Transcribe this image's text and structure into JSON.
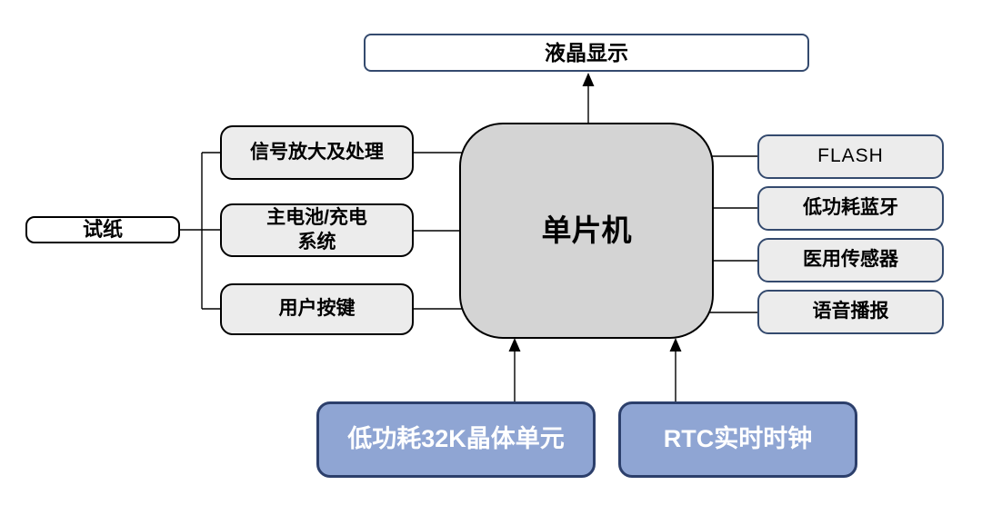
{
  "diagram": {
    "type": "block-diagram",
    "nodes": {
      "lcd": {
        "label": "液晶显示"
      },
      "signal": {
        "label": "信号放大及处理"
      },
      "battery": {
        "label": "主电池/充电\n系统"
      },
      "buttons": {
        "label": "用户按键"
      },
      "strip": {
        "label": "试纸"
      },
      "mcu": {
        "label": "单片机"
      },
      "flash": {
        "label": "FLASH"
      },
      "ble": {
        "label": "低功耗蓝牙"
      },
      "sensor": {
        "label": "医用传感器"
      },
      "voice": {
        "label": "语音播报"
      },
      "crystal": {
        "label": "低功耗32K晶体单元"
      },
      "rtc": {
        "label": "RTC实时时钟"
      }
    },
    "edges": [
      {
        "from": "mcu",
        "to": "lcd",
        "style": "arrow"
      },
      {
        "from": "strip",
        "to": "signal",
        "style": "line"
      },
      {
        "from": "strip",
        "to": "battery",
        "style": "line"
      },
      {
        "from": "strip",
        "to": "buttons",
        "style": "line"
      },
      {
        "from": "signal",
        "to": "mcu",
        "style": "line"
      },
      {
        "from": "battery",
        "to": "mcu",
        "style": "line"
      },
      {
        "from": "buttons",
        "to": "mcu",
        "style": "line"
      },
      {
        "from": "mcu",
        "to": "flash",
        "style": "line"
      },
      {
        "from": "mcu",
        "to": "ble",
        "style": "line"
      },
      {
        "from": "mcu",
        "to": "sensor",
        "style": "line"
      },
      {
        "from": "mcu",
        "to": "voice",
        "style": "line"
      },
      {
        "from": "crystal",
        "to": "mcu",
        "style": "arrow"
      },
      {
        "from": "rtc",
        "to": "mcu",
        "style": "arrow"
      }
    ],
    "colors": {
      "background": "#ffffff",
      "gray_fill": "#ececec",
      "mcu_fill": "#d4d4d4",
      "blue_fill": "#8fa5d3",
      "navy_border": "#344a6e",
      "blue_border": "#2c3f6b",
      "black_border": "#000000",
      "white_fill": "#ffffff",
      "connector": "#000000",
      "blue_text": "#ffffff",
      "text": "#000000"
    }
  }
}
